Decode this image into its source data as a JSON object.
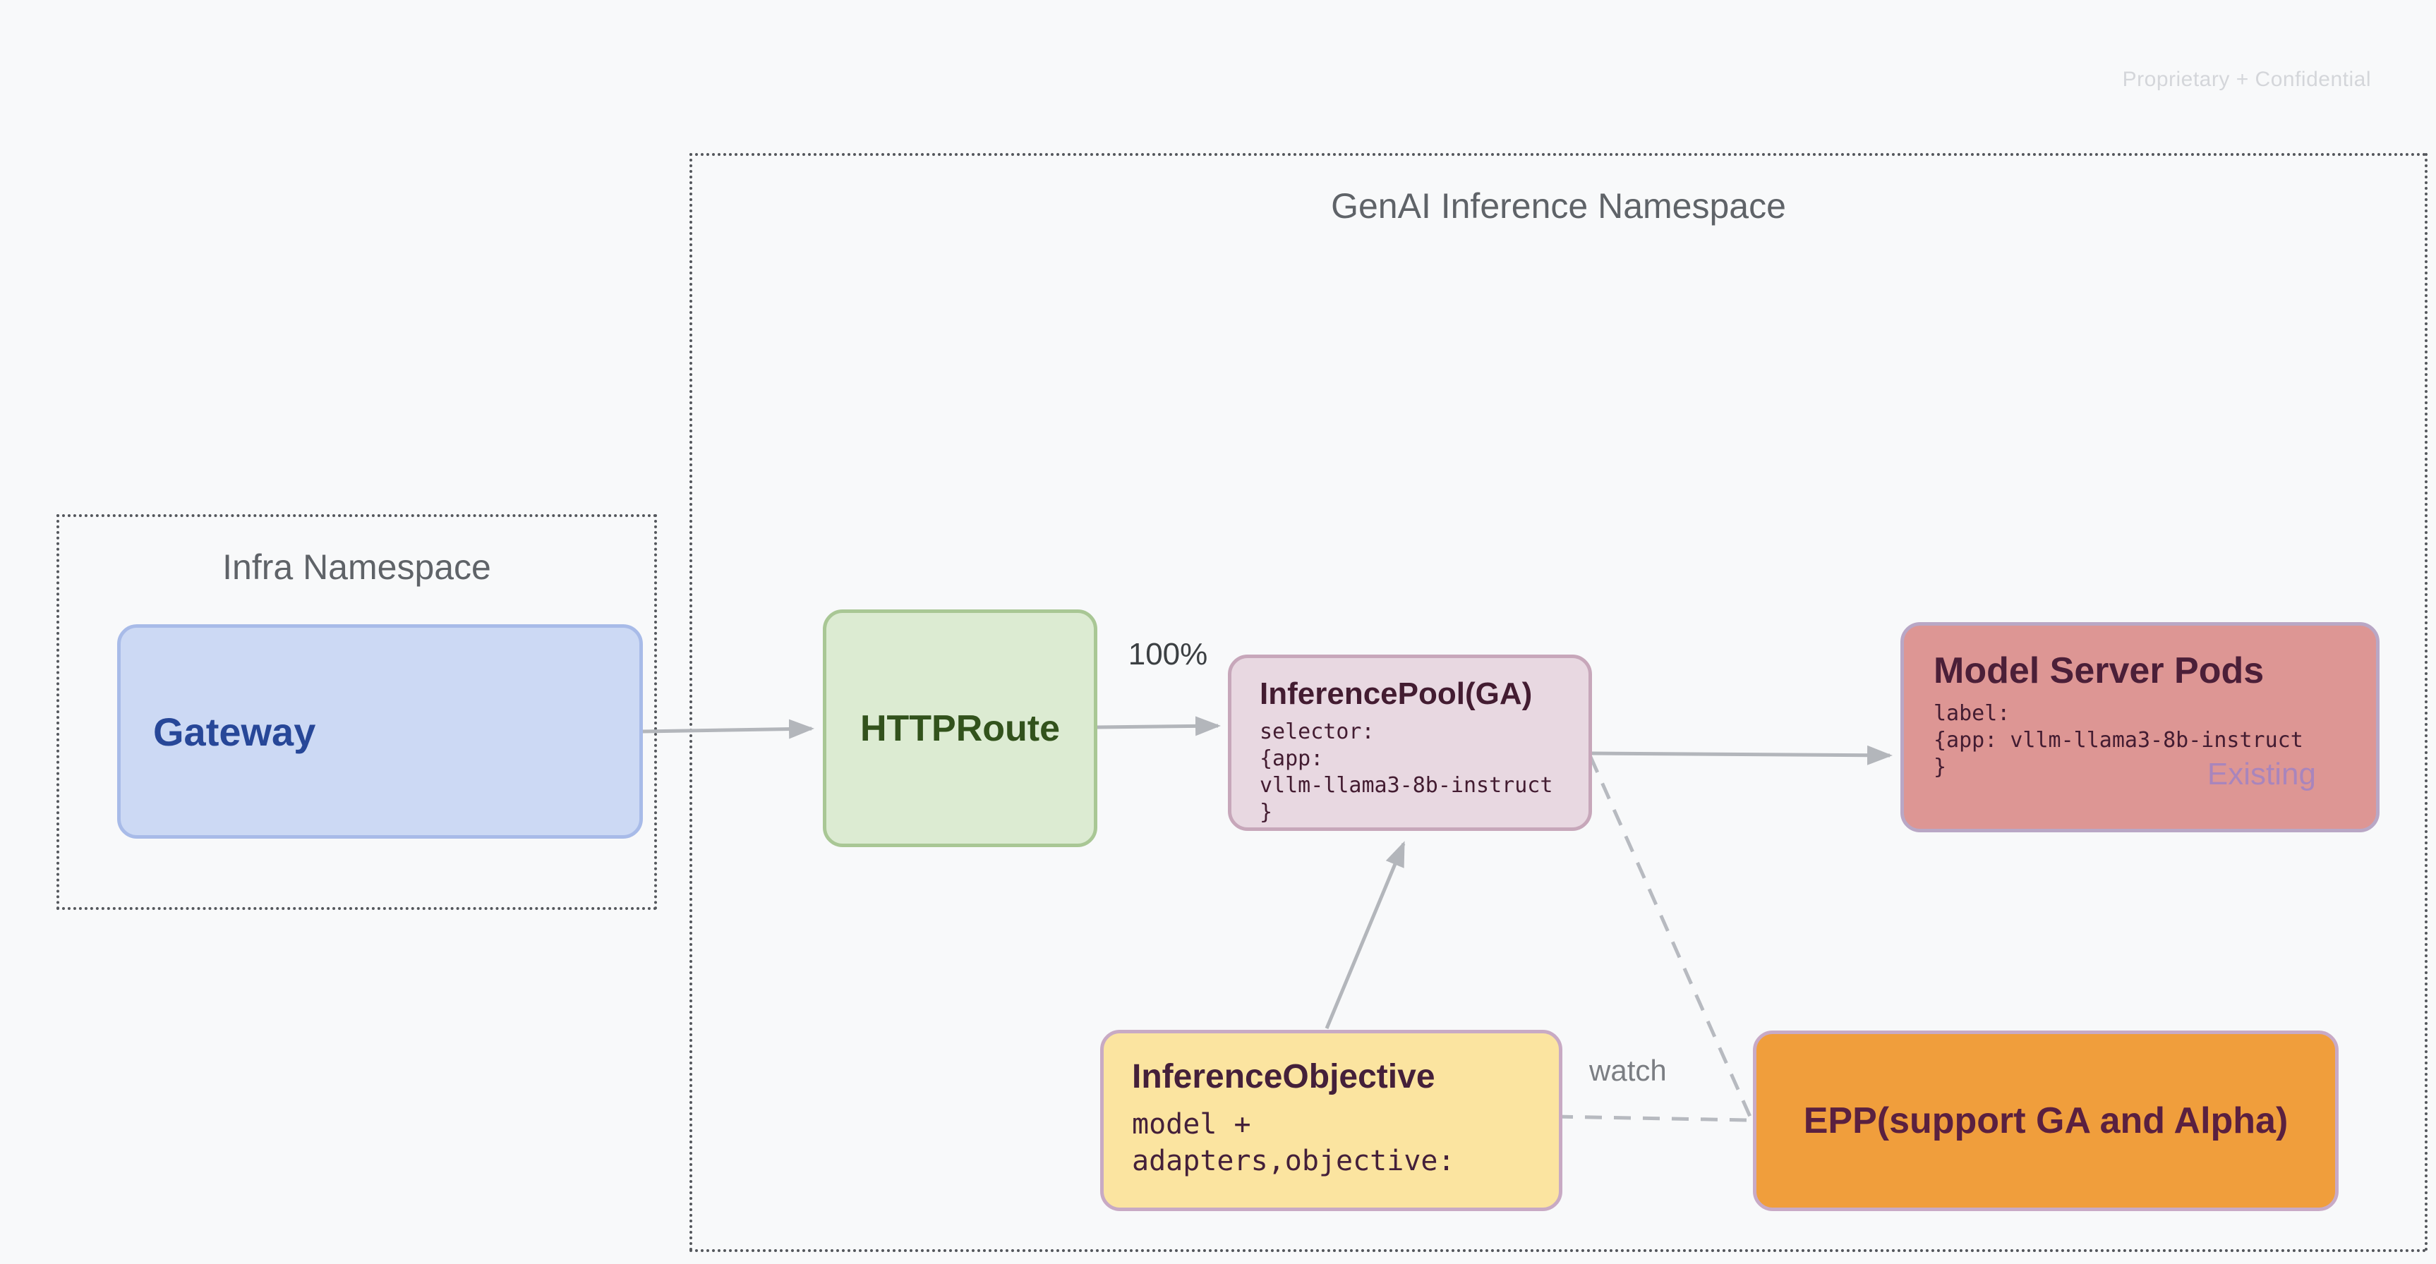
{
  "slide": {
    "watermark": "Proprietary + Confidential",
    "background_color": "#f8f9fa"
  },
  "namespaces": {
    "infra": {
      "label": "Infra Namespace"
    },
    "genai": {
      "label": "GenAI Inference Namespace"
    }
  },
  "nodes": {
    "gateway": {
      "label": "Gateway",
      "fill": "#ccd9f4",
      "border": "#a8bbe8",
      "text_color": "#274798"
    },
    "httproute": {
      "label": "HTTPRoute",
      "fill": "#dcebd2",
      "border": "#a9c795",
      "text_color": "#32521c"
    },
    "inference_pool": {
      "title": "InferencePool(GA)",
      "body_lines": [
        "selector:",
        "{app:",
        "vllm-llama3-8b-instruct",
        "}"
      ],
      "fill": "#e8d8e1",
      "border": "#c7a7ba",
      "text_color": "#431c31"
    },
    "model_server_pods": {
      "title": "Model Server Pods",
      "body_lines": [
        "label:",
        "{app: vllm-llama3-8b-instruct",
        "}"
      ],
      "tag": "Existing",
      "fill": "#dd9694",
      "border": "#b9a7c5",
      "text_color": "#4b1f38",
      "tag_color": "#a183c4"
    },
    "inference_objective": {
      "title": "InferenceObjective",
      "body_lines": [
        "model +",
        "adapters,objective:"
      ],
      "fill": "#fbe4a0",
      "border": "#c8aac4",
      "text_color": "#44203a"
    },
    "epp": {
      "label": "EPP(support GA and Alpha)",
      "fill": "#f09e3c",
      "border": "#c8aac6",
      "text_color": "#5a2040"
    }
  },
  "edges": {
    "arrow_color": "#b3b6bb",
    "httproute_to_pool_label": "100%",
    "objective_to_epp_label": "watch",
    "connections": [
      {
        "from": "gateway",
        "to": "httproute",
        "style": "solid-arrow"
      },
      {
        "from": "httproute",
        "to": "inference_pool",
        "style": "solid-arrow",
        "label": "100%"
      },
      {
        "from": "inference_pool",
        "to": "model_server_pods",
        "style": "solid-arrow"
      },
      {
        "from": "inference_objective",
        "to": "inference_pool",
        "style": "solid-arrow"
      },
      {
        "from": "inference_pool",
        "to": "epp",
        "style": "dashed"
      },
      {
        "from": "inference_objective",
        "to": "epp",
        "style": "dashed",
        "label": "watch"
      }
    ]
  }
}
